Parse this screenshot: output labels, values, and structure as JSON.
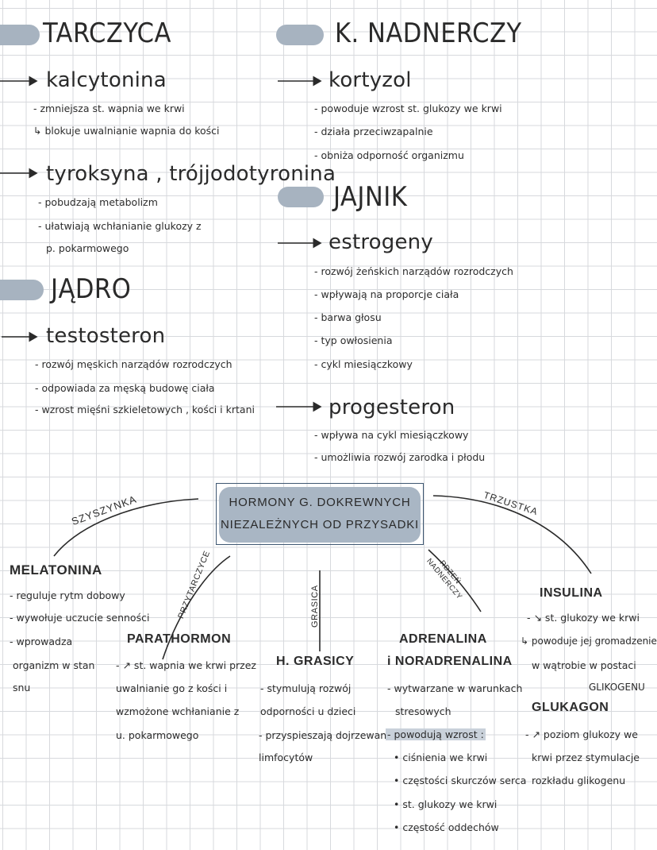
{
  "thyroid": {
    "title": "TARCZYCA",
    "h1": "kalcytonina",
    "h1_items": [
      "- zmniejsza st. wapnia we krwi",
      "↳ blokuje uwalnianie wapnia do kości"
    ],
    "h2": "tyroksyna , trójjodotyronina",
    "h2_items": [
      "- pobudzają metabolizm",
      "- ułatwiają wchłanianie glukozy z",
      "p. pokarmowego"
    ]
  },
  "testes": {
    "title": "JĄDRO",
    "h1": "testosteron",
    "h1_items": [
      "- rozwój męskich narządów rozrodczych",
      "- odpowiada za męską budowę ciała",
      "- wzrost mięśni szkieletowych , kości i krtani"
    ]
  },
  "adrenal": {
    "title": "K. NADNERCZY",
    "h1": "kortyzol",
    "h1_items": [
      "- powoduje wzrost st. glukozy we krwi",
      "- działa przeciwzapalnie",
      "- obniża odporność organizmu"
    ]
  },
  "ovary": {
    "title": "JAJNIK",
    "h1": "estrogeny",
    "h1_items": [
      "- rozwój żeńskich narządów rozrodczych",
      "- wpływają na proporcje ciała",
      "- barwa głosu",
      "- typ owłosienia",
      "- cykl miesiączkowy"
    ],
    "h2": "progesteron",
    "h2_items": [
      "- wpływa na cykl miesiączkowy",
      "- umożliwia rozwój zarodka i płodu"
    ]
  },
  "center": {
    "line1": "HORMONY G. DOKREWNYCH",
    "line2": "NIEZALEŻNYCH OD PRZYSADKI"
  },
  "branches": {
    "pineal": "SZYSZYNKA",
    "pancreas": "TRZUSTKA",
    "parathyroid": "PRZYTARCZYCE",
    "thymus": "GRASICA",
    "adrenal_medulla": "RDZEŃ NADNERCZY"
  },
  "melatonin": {
    "title": "MELATONINA",
    "items": [
      "- reguluje rytm dobowy",
      "- wywołuje uczucie senności",
      "- wprowadza",
      "organizm w stan",
      "snu"
    ]
  },
  "parathormone": {
    "title": "PARATHORMON",
    "items": [
      "- ↗ st. wapnia we krwi przez",
      "uwalnianie go z kości i",
      "wzmożone wchłanianie z",
      "u. pokarmowego"
    ]
  },
  "thymosin": {
    "title": "H. GRASICY",
    "items": [
      "- stymulują rozwój",
      "odporności u dzieci",
      "- przyspieszają dojrzewanie",
      "limfocytów"
    ]
  },
  "adrenaline": {
    "title1": "ADRENALINA",
    "title2": "i NORADRENALINA",
    "items": [
      "- wytwarzane w warunkach",
      "stresowych"
    ],
    "causes_label": "- powodują wzrost :",
    "causes": [
      "• ciśnienia we krwi",
      "• częstości skurczów serca",
      "• st. glukozy we krwi",
      "• częstość oddechów"
    ]
  },
  "insulin": {
    "title": "INSULINA",
    "items": [
      "- ↘ st. glukozy we krwi",
      "↳ powoduje jej gromadzenie",
      "w wątrobie w postaci",
      "GLIKOGENU"
    ]
  },
  "glucagon": {
    "title": "GLUKAGON",
    "items": [
      "- ↗ poziom glukozy we",
      "krwi przez stymulacje",
      "rozkładu glikogenu"
    ]
  }
}
